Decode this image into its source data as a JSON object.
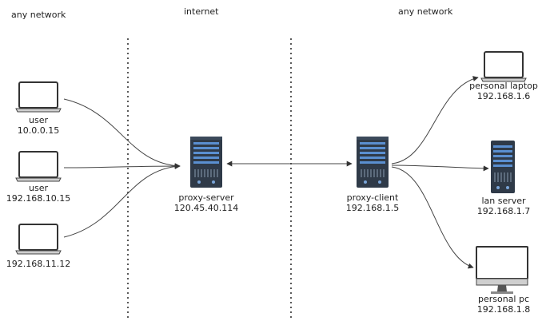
{
  "zones": {
    "left": "any network",
    "middle": "internet",
    "right": "any network"
  },
  "nodes": {
    "user1": {
      "name": "user",
      "ip": "10.0.0.15",
      "icon": "laptop-icon"
    },
    "user2": {
      "name": "user",
      "ip": "192.168.10.15",
      "icon": "laptop-icon"
    },
    "user3": {
      "name": "",
      "ip": "192.168.11.12",
      "icon": "laptop-icon"
    },
    "proxy_server": {
      "name": "proxy-server",
      "ip": "120.45.40.114",
      "icon": "server-icon"
    },
    "proxy_client": {
      "name": "proxy-client",
      "ip": "192.168.1.5",
      "icon": "server-icon"
    },
    "personal_laptop": {
      "name": "personal laptop",
      "ip": "192.168.1.6",
      "icon": "laptop-icon"
    },
    "lan_server": {
      "name": "lan server",
      "ip": "192.168.1.7",
      "icon": "server-icon"
    },
    "personal_pc": {
      "name": "personal pc",
      "ip": "192.168.1.8",
      "icon": "monitor-icon"
    }
  },
  "colors": {
    "line": "#444444",
    "server_body": "#2f3a48",
    "server_bar": "#5a8fd0",
    "laptop_frame": "#333333"
  }
}
